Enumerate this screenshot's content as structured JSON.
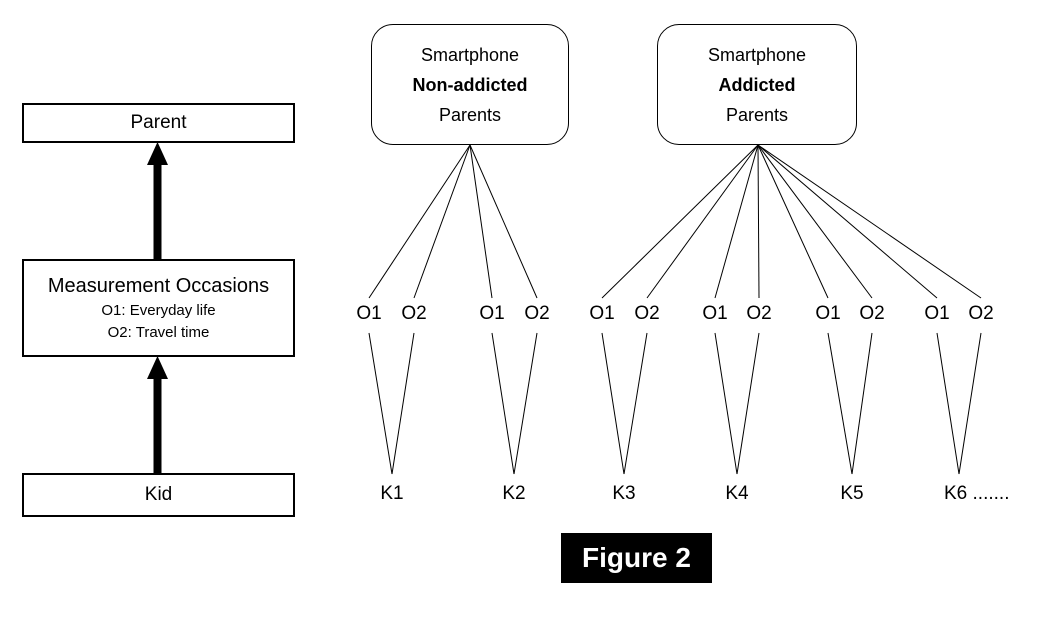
{
  "figure": {
    "caption": "Figure 2",
    "background_color": "#ffffff",
    "line_color": "#000000",
    "caption_bg_color": "#000000",
    "caption_text_color": "#ffffff"
  },
  "left_panel": {
    "parent_box_label": "Parent",
    "measurement_box": {
      "title": "Measurement Occasions",
      "items": [
        "O1: Everyday life",
        "O2: Travel time"
      ]
    },
    "kid_box_label": "Kid"
  },
  "groups": [
    {
      "title_lines": [
        "Smartphone",
        "Non-addicted",
        "Parents"
      ],
      "kids": [
        {
          "label": "K1",
          "occasions": [
            "O1",
            "O2"
          ]
        },
        {
          "label": "K2",
          "occasions": [
            "O1",
            "O2"
          ]
        }
      ]
    },
    {
      "title_lines": [
        "Smartphone",
        "Addicted",
        "Parents"
      ],
      "kids": [
        {
          "label": "K3",
          "occasions": [
            "O1",
            "O2"
          ]
        },
        {
          "label": "K4",
          "occasions": [
            "O1",
            "O2"
          ]
        },
        {
          "label": "K5",
          "occasions": [
            "O1",
            "O2"
          ]
        },
        {
          "label": "K6 .......",
          "occasions": [
            "O1",
            "O2"
          ]
        }
      ]
    }
  ]
}
